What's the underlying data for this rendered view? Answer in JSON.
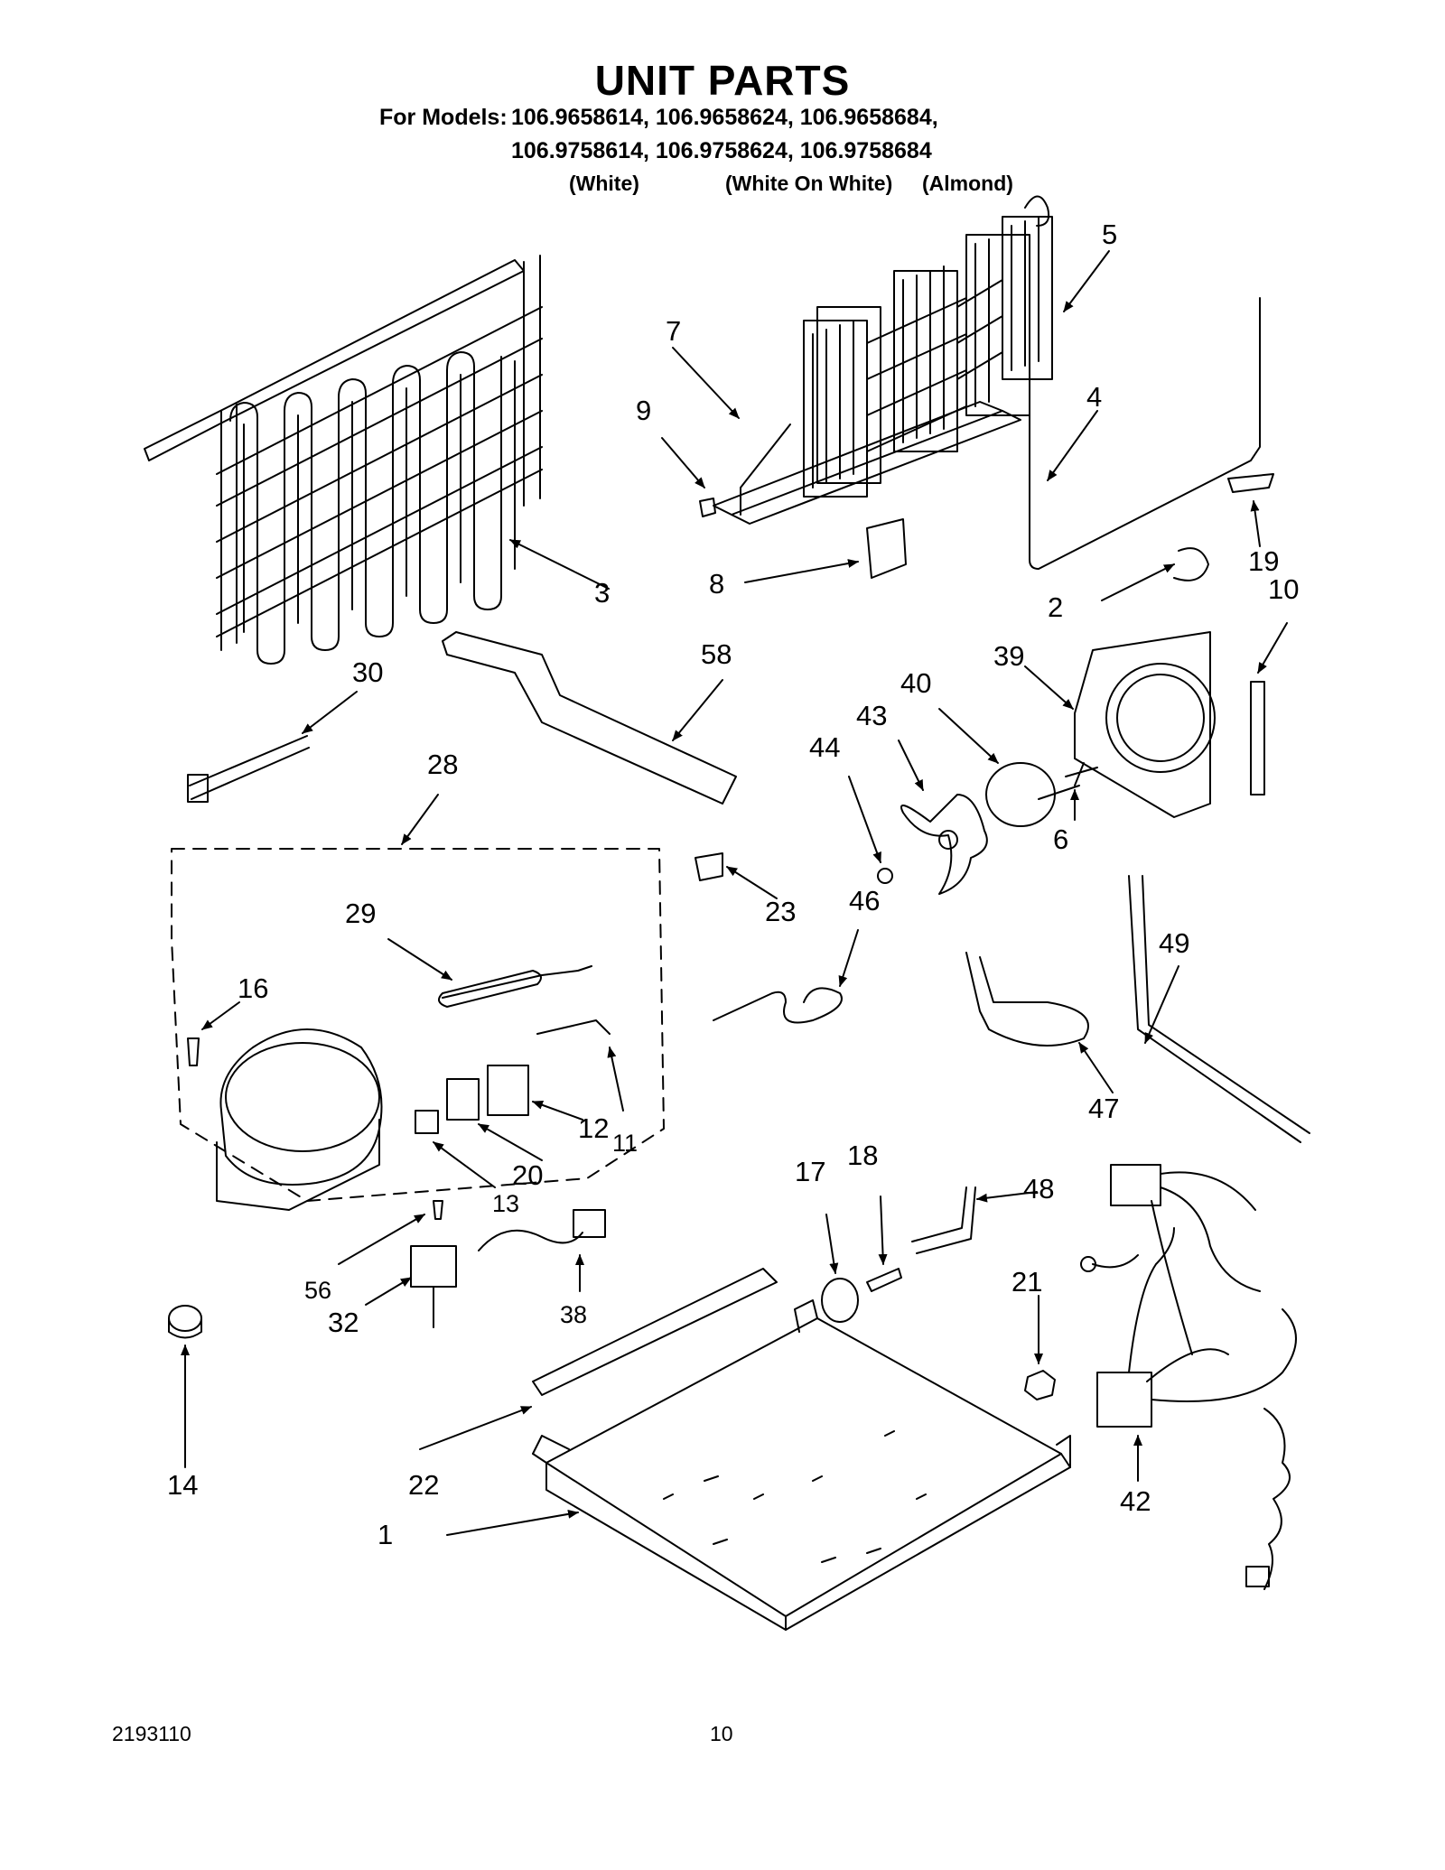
{
  "header": {
    "title": "UNIT PARTS",
    "models_label": "For Models:",
    "models_line1": "106.9658614, 106.9658624, 106.9658684,",
    "models_line2": "106.9758614, 106.9758624, 106.9758684",
    "color_white": "(White)",
    "color_white_on_white": "(White On White)",
    "color_almond": "(Almond)"
  },
  "callouts": {
    "p1": "1",
    "p2": "2",
    "p3": "3",
    "p4": "4",
    "p5": "5",
    "p6": "6",
    "p7": "7",
    "p8": "8",
    "p9": "9",
    "p10": "10",
    "p11": "11",
    "p12": "12",
    "p13": "13",
    "p14": "14",
    "p16": "16",
    "p17": "17",
    "p18": "18",
    "p19": "19",
    "p20": "20",
    "p21": "21",
    "p22": "22",
    "p23": "23",
    "p28": "28",
    "p29": "29",
    "p30": "30",
    "p32": "32",
    "p38": "38",
    "p39": "39",
    "p40": "40",
    "p42": "42",
    "p43": "43",
    "p44": "44",
    "p46": "46",
    "p47": "47",
    "p48": "48",
    "p49": "49",
    "p56": "56",
    "p58": "58"
  },
  "footer": {
    "doc_number": "2193110",
    "page_number": "10"
  }
}
